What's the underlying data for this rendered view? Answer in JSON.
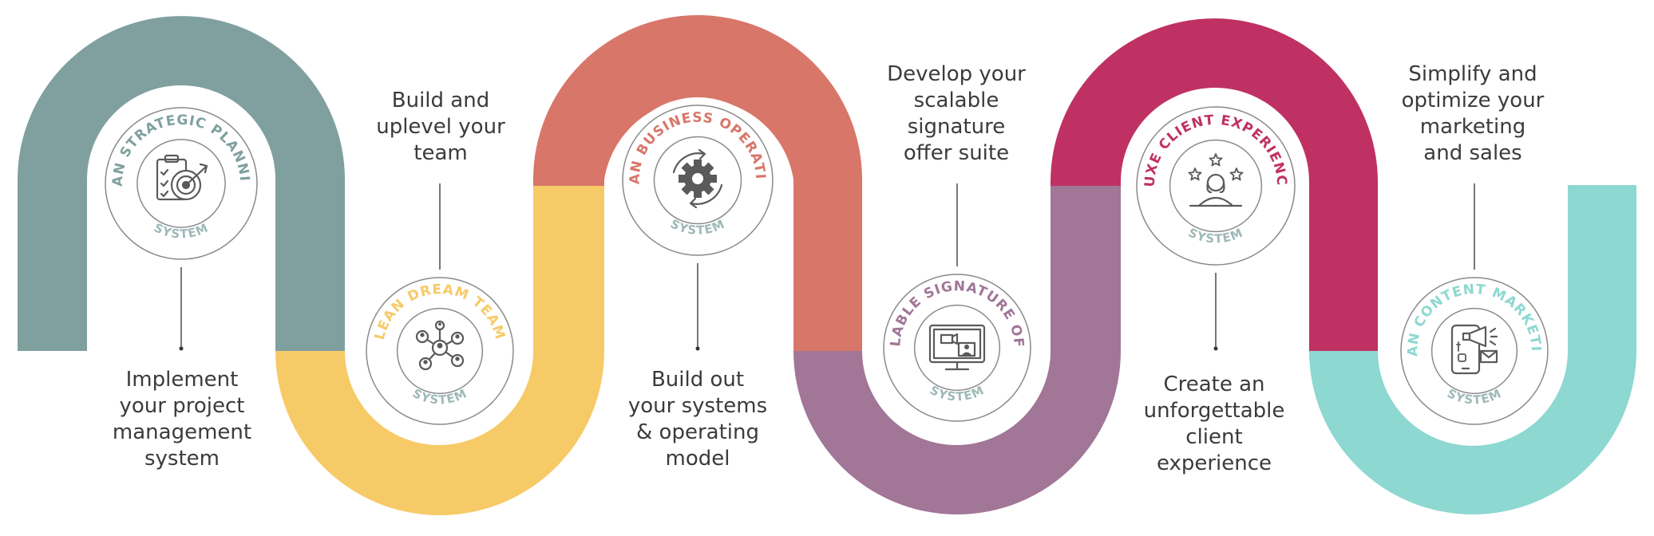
{
  "colors": {
    "teal_gray": "#7fa09f",
    "yellow": "#f7ca68",
    "salmon": "#d8766a",
    "mauve": "#a17697",
    "crimson": "#bf3163",
    "aqua": "#8dd8d1",
    "ring": "#8a8a8a",
    "icon": "#5a5a5a",
    "system_label": "#9fb8b8"
  },
  "stages": [
    {
      "title": "LEAN STRATEGIC PLANNING",
      "system": "SYSTEM",
      "caption": "Implement\nyour project\nmanagement\nsystem",
      "icon": "clipboard-target-icon",
      "color": "#7fa09f"
    },
    {
      "title": "LEAN DREAM TEAM",
      "system": "SYSTEM",
      "caption": "Build and\nuplevel your\nteam",
      "icon": "team-network-icon",
      "color": "#f7ca68"
    },
    {
      "title": "LEAN BUSINESS OPERATING",
      "system": "SYSTEM",
      "caption": "Build out\nyour systems\n& operating\nmodel",
      "icon": "gear-cycle-icon",
      "color": "#d8766a"
    },
    {
      "title": "SCALABLE SIGNATURE OFFER",
      "system": "SYSTEM",
      "caption": "Develop your\nscalable\nsignature\noffer suite",
      "icon": "monitor-video-icon",
      "color": "#a17697"
    },
    {
      "title": "LUXE CLIENT EXPERIENCE",
      "system": "SYSTEM",
      "caption": "Create an\nunforgettable\nclient\nexperience",
      "icon": "client-stars-icon",
      "color": "#bf3163"
    },
    {
      "title": "LEAN CONTENT MARKETING",
      "system": "SYSTEM",
      "caption": "Simplify and\noptimize your\nmarketing\nand sales",
      "icon": "phone-megaphone-icon",
      "color": "#8dd8d1"
    }
  ]
}
